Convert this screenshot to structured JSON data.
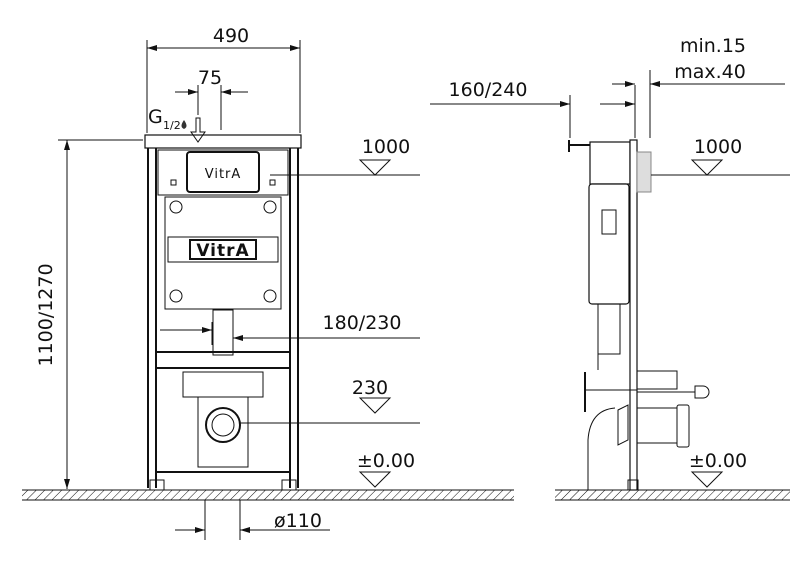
{
  "drawing": {
    "front_view": {
      "width_dim": "490",
      "inlet_offset_dim": "75",
      "water_inlet_label": "G",
      "water_inlet_fraction": "1/2",
      "height_dim": "1100/1270",
      "flush_plate_level": "1000",
      "drain_height_dim": "180/230",
      "outlet_level": "230",
      "floor_level": "±0.00",
      "outlet_diameter": "ø110",
      "brand_small": "VitrA",
      "brand_large": "VitrA"
    },
    "side_view": {
      "depth_dim": "160/240",
      "wall_min": "min.15",
      "wall_max": "max.40",
      "flush_plate_level": "1000",
      "floor_level": "±0.00"
    }
  }
}
